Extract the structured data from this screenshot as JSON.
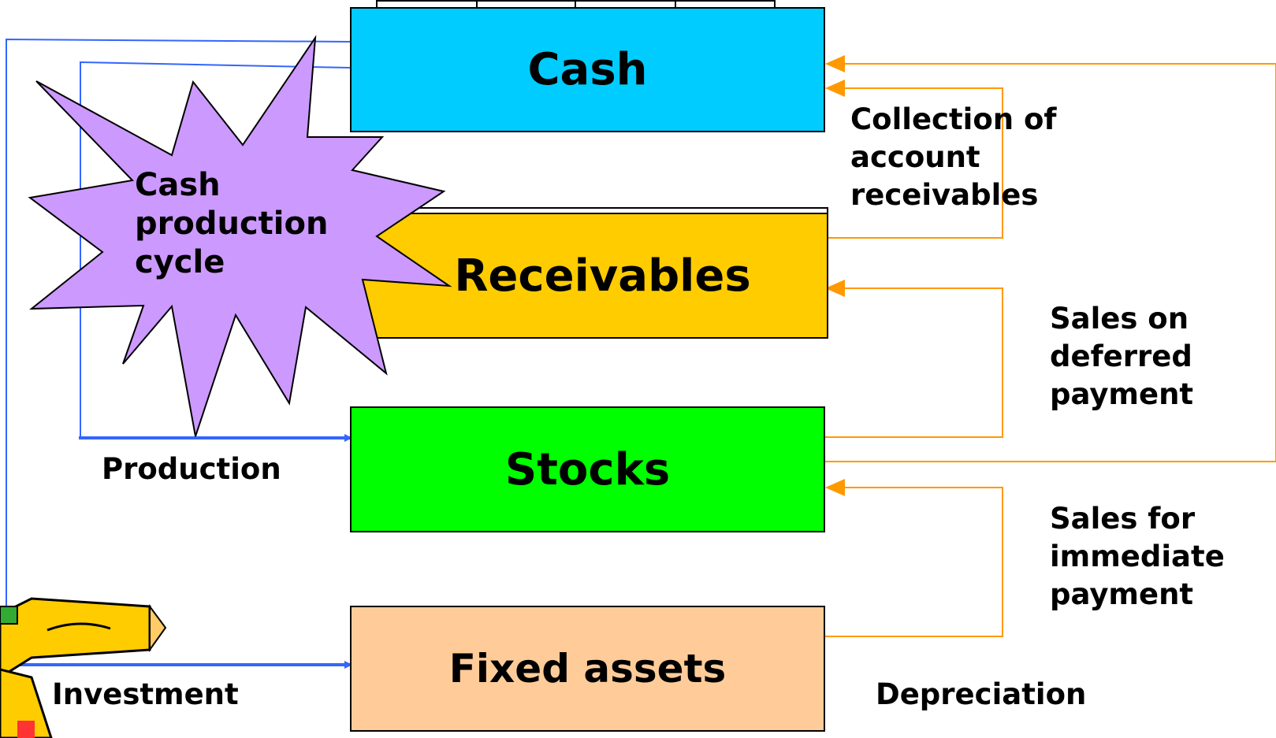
{
  "boxes": {
    "cash": {
      "label": "Cash",
      "color": "#00ccff"
    },
    "receivables": {
      "label": "Receivables",
      "color": "#ffcc00"
    },
    "stocks": {
      "label": "Stocks",
      "color": "#00ff00"
    },
    "fixed_assets": {
      "label": "Fixed assets",
      "color": "#ffcc99"
    }
  },
  "star": {
    "lines": [
      "Cash",
      "production",
      "cycle"
    ],
    "color": "#cc99ff"
  },
  "labels": {
    "collection": [
      "Collection of",
      "account",
      "receivables"
    ],
    "sales_deferred": [
      "Sales on",
      "deferred",
      "payment"
    ],
    "sales_immediate": [
      "Sales for",
      "immediate",
      "payment"
    ],
    "depreciation": "Depreciation",
    "production": "Production",
    "investment": "Investment"
  },
  "colors": {
    "blue_flow": "#3366ff",
    "orange_flow": "#ff9900"
  },
  "icons": {
    "clipart": "pencil-icon"
  }
}
